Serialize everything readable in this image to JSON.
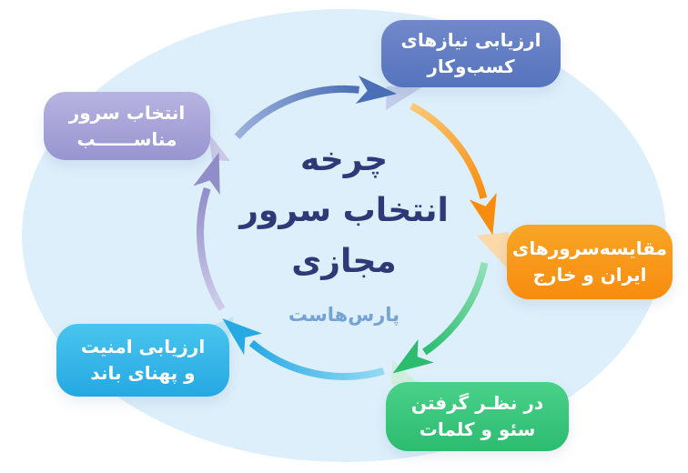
{
  "diagram": {
    "type": "cycle",
    "direction": "clockwise",
    "background": {
      "page": "#ffffff",
      "ellipse": "#ddeffa"
    },
    "title": {
      "line1": "چرخه",
      "line2": "انتخاب سرور",
      "line3": "مجازی",
      "color": "#2e3a78"
    },
    "logo": {
      "text": "پارس‌هاست",
      "color": "#74a3d8"
    },
    "steps": [
      {
        "position": "top-right",
        "label_line1": "ارزیابی نیازهای",
        "label_line2": "کسب‌وکار",
        "box_color_top": "#7189ca",
        "box_color_bottom": "#5573bd",
        "arc_from": "#9db2dc",
        "arc_to": "#4a6fb6"
      },
      {
        "position": "right",
        "label_line1": "مقایسه‌سرورهای",
        "label_line2": "ایران و خارج",
        "box_color_top": "#f9a526",
        "box_color_bottom": "#f78c0e",
        "arc_from": "#fbc878",
        "arc_to": "#f78d0e"
      },
      {
        "position": "bottom-right",
        "label_line1": "در نظـر گرفتن",
        "label_line2": "سئو و کلمات",
        "box_color_top": "#4ad189",
        "box_color_bottom": "#2cbc70",
        "arc_from": "#93e2b9",
        "arc_to": "#2cbc70"
      },
      {
        "position": "bottom-left",
        "label_line1": "ارزیابی امنیت",
        "label_line2": "و پهنای باند",
        "box_color_top": "#49c5ee",
        "box_color_bottom": "#25a8e2",
        "arc_from": "#93daf4",
        "arc_to": "#27a9e3"
      },
      {
        "position": "top-left",
        "label_line1": "انتخاب سرور",
        "label_line2": "مناســــــب",
        "box_color_top": "#b7b4e1",
        "box_color_bottom": "#9894d0",
        "arc_from": "#d0cdea",
        "arc_to": "#918dc9"
      }
    ]
  }
}
